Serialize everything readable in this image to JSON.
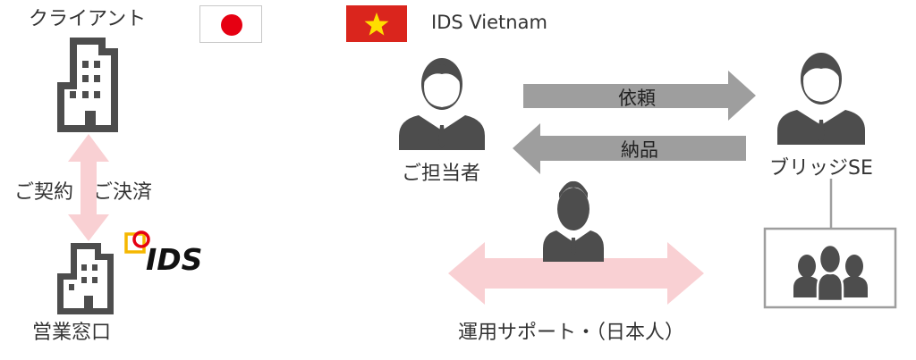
{
  "left": {
    "client_label": "クライアント",
    "contract_label": "ご契約・ご決済",
    "office_label": "営業窓口",
    "brand_logo_text": "IDS"
  },
  "header": {
    "vietnam_label": "IDS Vietnam"
  },
  "right": {
    "person_in_charge_label": "ご担当者",
    "bridge_se_label": "ブリッジSE",
    "request_label": "依頼",
    "delivery_label": "納品",
    "support_label": "運用サポート・（日本人）"
  },
  "colors": {
    "icon_dark": "#4d4d4d",
    "arrow_gray": "#9e9e9e",
    "arrow_pink": "#f9d0d3",
    "flag_red": "#da251d",
    "flag_star": "#ffde00",
    "japan_red": "#e60012",
    "logo_yellow": "#f5b700",
    "logo_red": "#e60012"
  }
}
